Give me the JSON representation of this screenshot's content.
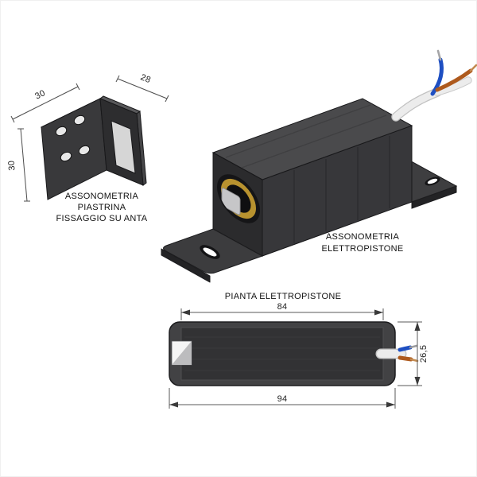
{
  "drawing": {
    "background": "#ffffff",
    "views": {
      "bracket": {
        "caption_lines": [
          "ASSONOMETRIA",
          "PIASTRINA",
          "FISSAGGIO SU ANTA"
        ],
        "dimensions": {
          "top_width": "30",
          "flange_depth": "28",
          "height": "30"
        }
      },
      "electropiston_iso": {
        "caption_lines": [
          "ASSONOMETRIA",
          "ELETTROPISTONE"
        ]
      },
      "electropiston_plan": {
        "title": "PIANTA ELETTROPISTONE",
        "dimensions": {
          "body_length": "84",
          "overall_length": "94",
          "overall_width": "26,5"
        }
      }
    },
    "colors": {
      "body_front": "#2b2b2d",
      "body_top": "#4a4a4c",
      "body_side": "#37373a",
      "flange": "#3c3c3e",
      "brass_ring": "#b8922f",
      "piston_silver": "#c6c6c8",
      "cable_white": "#ececec",
      "wire_blue": "#1e4fc2",
      "wire_brown": "#ae5a1d",
      "dimension_line": "#4c4c4c",
      "label_text": "#111111"
    }
  }
}
